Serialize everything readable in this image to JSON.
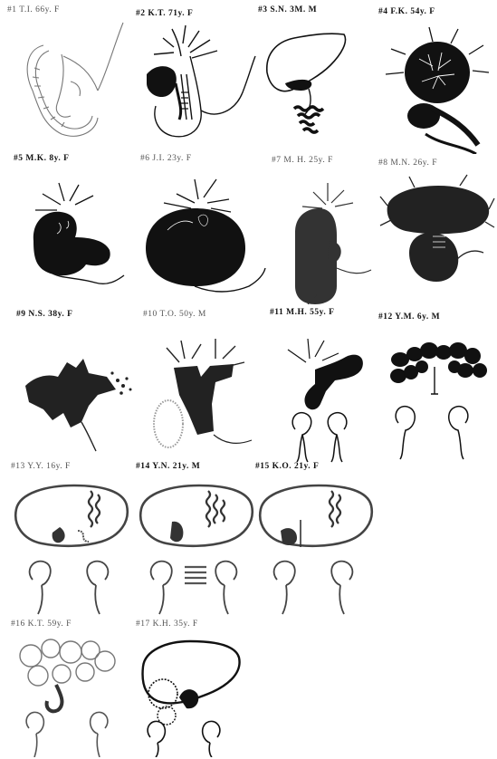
{
  "cases": [
    {
      "num": "#1",
      "label": "T.I.  66y.  F"
    },
    {
      "num": "#2",
      "label": "K.T.  71y.  F"
    },
    {
      "num": "#3",
      "label": "S.N.   3M. M"
    },
    {
      "num": "#4",
      "label": "F.K. 54y.  F"
    },
    {
      "num": "#5",
      "label": "M.K.   8y. F"
    },
    {
      "num": "#6",
      "label": "J.I.  23y.  F"
    },
    {
      "num": "#7",
      "label": "M. H. 25y.  F"
    },
    {
      "num": "#8",
      "label": "M.N.  26y.  F"
    },
    {
      "num": "#9",
      "label": "N.S. 38y.  F"
    },
    {
      "num": "#10",
      "label": "T.O. 50y.  M"
    },
    {
      "num": "#11",
      "label": "M.H.  55y.  F"
    },
    {
      "num": "#12",
      "label": "Y.M.  6y.  M"
    },
    {
      "num": "#13",
      "label": "Y.Y.  16y.  F"
    },
    {
      "num": "#14",
      "label": "Y.N.  21y.  M"
    },
    {
      "num": "#15",
      "label": "K.O.  21y.  F"
    },
    {
      "num": "#16",
      "label": "K.T.  59y.  F"
    },
    {
      "num": "#17",
      "label": "K.H.  35y.  F"
    }
  ]
}
